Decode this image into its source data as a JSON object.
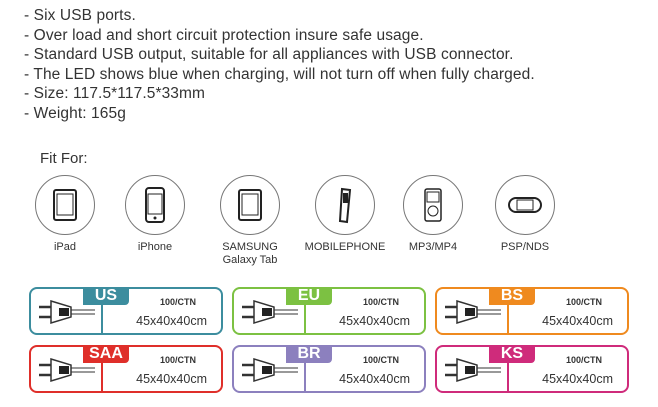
{
  "specs": [
    "- Six USB ports.",
    "- Over load and short circuit protection insure safe usage.",
    "- Standard USB output, suitable for all appliances with USB connector.",
    "- The LED shows blue when charging, will not turn off when fully charged.",
    "- Size: 117.5*117.5*33mm",
    "- Weight: 165g"
  ],
  "fit_for": "Fit For:",
  "devices": [
    {
      "label": "iPad",
      "icon": "tablet-icon"
    },
    {
      "label": "iPhone",
      "icon": "smartphone-icon"
    },
    {
      "label": "SAMSUNG",
      "label2": "Galaxy Tab",
      "icon": "tablet-icon"
    },
    {
      "label": "MOBILEPHONE",
      "icon": "mobile-phone-icon"
    },
    {
      "label": "MP3/MP4",
      "icon": "media-player-icon"
    },
    {
      "label": "PSP/NDS",
      "icon": "game-console-icon"
    }
  ],
  "plugs": [
    {
      "code": "US",
      "qty": "100/CTN",
      "size": "45x40x40cm",
      "color": "#3c8d9e"
    },
    {
      "code": "EU",
      "qty": "100/CTN",
      "size": "45x40x40cm",
      "color": "#7cc142"
    },
    {
      "code": "BS",
      "qty": "100/CTN",
      "size": "45x40x40cm",
      "color": "#ef8a1f"
    },
    {
      "code": "SAA",
      "qty": "100/CTN",
      "size": "45x40x40cm",
      "color": "#df2f2a"
    },
    {
      "code": "BR",
      "qty": "100/CTN",
      "size": "45x40x40cm",
      "color": "#8c80be"
    },
    {
      "code": "KS",
      "qty": "100/CTN",
      "size": "45x40x40cm",
      "color": "#cf2b7b"
    }
  ]
}
